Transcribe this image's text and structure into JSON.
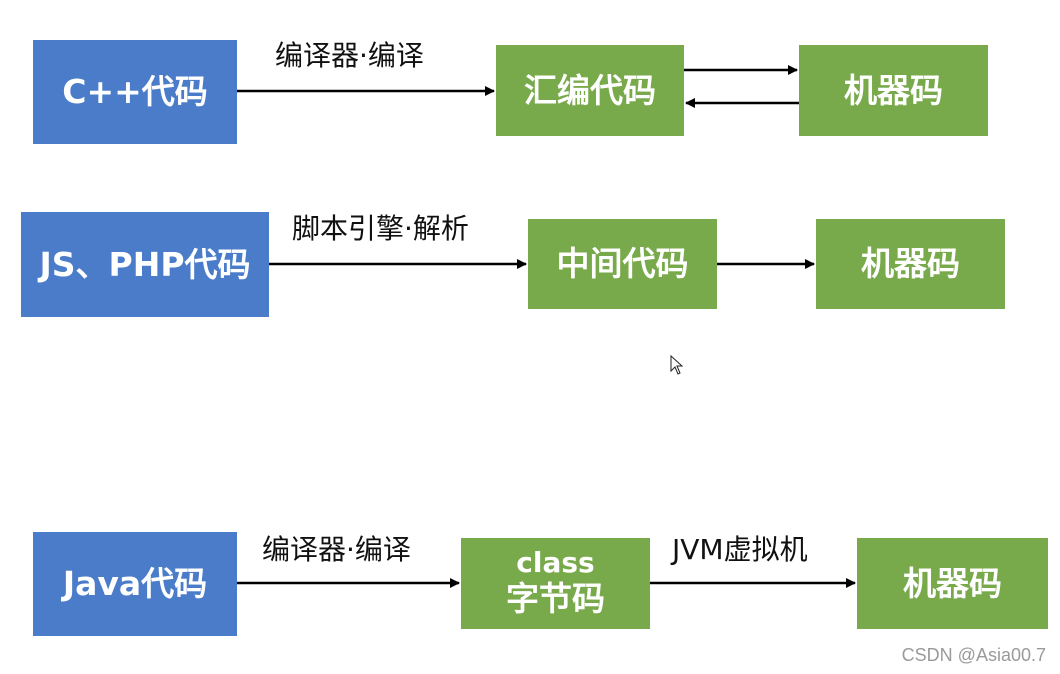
{
  "rows": [
    {
      "source": "C++代码",
      "edge1": "编译器·编译",
      "middle": "汇编代码",
      "target": "机器码"
    },
    {
      "source": "JS、PHP代码",
      "edge1": "脚本引擎·解析",
      "middle": "中间代码",
      "target": "机器码"
    },
    {
      "source": "Java代码",
      "edge1": "编译器·编译",
      "middle_line1": "class",
      "middle_line2": "字节码",
      "edge2": "JVM虚拟机",
      "target": "机器码"
    }
  ],
  "watermark": "CSDN @Asia00.7",
  "colors": {
    "source_box": "#4a7cc9",
    "process_box": "#78a94b",
    "arrow": "#000000"
  },
  "icons": [
    "mouse-pointer-icon"
  ]
}
